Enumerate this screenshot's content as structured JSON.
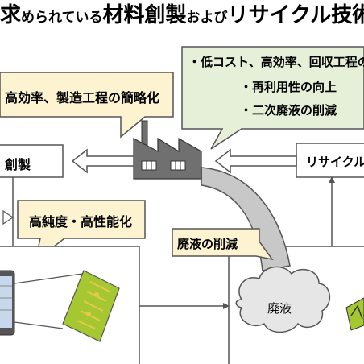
{
  "title": {
    "part1": "求",
    "part2": "められている",
    "part3": "材料創製",
    "part4": "および",
    "part5": "リサイクル技術"
  },
  "callouts": {
    "efficiency": "高効率、製造工程の簡略化",
    "purity": "高純度・高性能化",
    "waste": "廃液の削減"
  },
  "requirements": [
    "・低コスト、高効率、回収工程の",
    "・再利用性の向上",
    "・二次廃液の削減"
  ],
  "nodes": {
    "creation": "創製",
    "recycle": "リサイクル",
    "waste_liquid": "廃液"
  },
  "colors": {
    "callout_fill": "#fdf3d0",
    "requirements_fill": "#e6f0d8",
    "factory_fill": "#707070",
    "pipe_fill": "#c8c8c8",
    "circuit_fill": "#a5c832",
    "cloud_fill": "#e6e6e6"
  },
  "icons": [
    "factory-icon",
    "smartphone-icon",
    "circuit-board-icon",
    "cloud-icon"
  ]
}
